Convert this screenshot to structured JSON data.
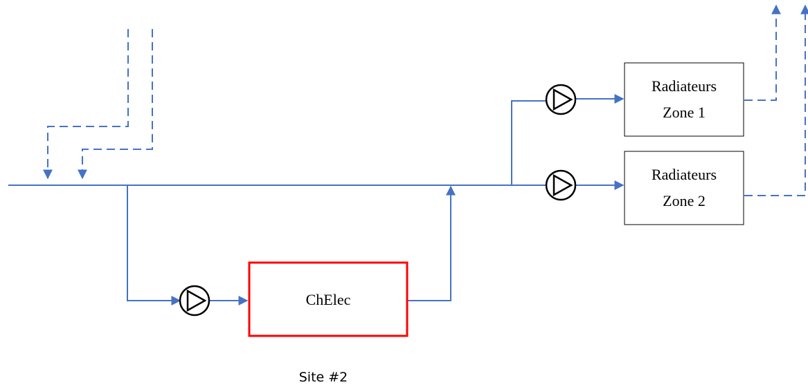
{
  "diagram": {
    "boxes": {
      "chelec": {
        "label": "ChElec"
      },
      "zone1": {
        "line1": "Radiateurs",
        "line2": "Zone 1"
      },
      "zone2": {
        "line1": "Radiateurs",
        "line2": "Zone 2"
      }
    },
    "caption": "Site #2"
  },
  "colors": {
    "pipe": "#4472C4",
    "chelec_border": "#FF0000",
    "box_border": "#000000",
    "pump": "#000000"
  },
  "icons": [
    "pump-icon",
    "arrow-head-icon"
  ]
}
